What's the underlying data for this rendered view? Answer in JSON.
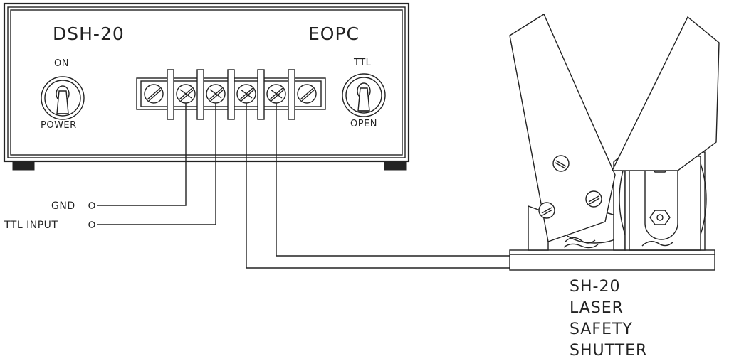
{
  "controller": {
    "model": "DSH-20",
    "brand": "EOPC",
    "left_switch_top": "ON",
    "left_switch_bottom": "POWER",
    "right_switch_top": "TTL",
    "right_switch_bottom": "OPEN"
  },
  "terminals": {
    "gnd_label": "GND",
    "ttl_input_label": "TTL INPUT"
  },
  "shutter": {
    "line1": "SH-20",
    "line2": "LASER",
    "line3": "SAFETY",
    "line4": "SHUTTER"
  },
  "colors": {
    "ink": "#222222",
    "paper": "#ffffff"
  }
}
